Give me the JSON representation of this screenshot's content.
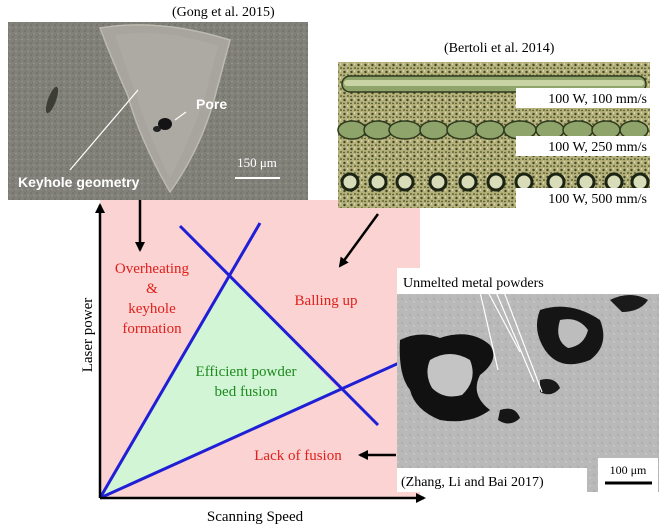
{
  "axes": {
    "x_label": "Scanning Speed",
    "y_label": "Laser power"
  },
  "regions": {
    "overheating": [
      "Overheating",
      "&",
      "keyhole",
      "formation"
    ],
    "balling": "Balling up",
    "efficient": [
      "Efficient powder",
      "bed fusion"
    ],
    "lack_of_fusion": "Lack of fusion"
  },
  "micrograph_keyhole": {
    "citation": "(Gong et al. 2015)",
    "pore_label": "Pore",
    "keyhole_label": "Keyhole geometry",
    "scale_bar": "150 μm"
  },
  "micrograph_balling": {
    "citation": "(Bertoli et al. 2014)",
    "tracks": [
      "100 W, 100 mm/s",
      "100 W, 250 mm/s",
      "100 W, 500 mm/s"
    ]
  },
  "micrograph_lof": {
    "title": "Unmelted metal powders",
    "citation": "(Zhang, Li and Bai 2017)",
    "scale_bar": "100 μm"
  },
  "colors": {
    "background_region": "#fbd3d3",
    "efficient_region": "#d2f5d6",
    "boundary_line": "#1f1fd6",
    "region_label": "#e0201b",
    "efficient_label": "#1e8a1e"
  }
}
